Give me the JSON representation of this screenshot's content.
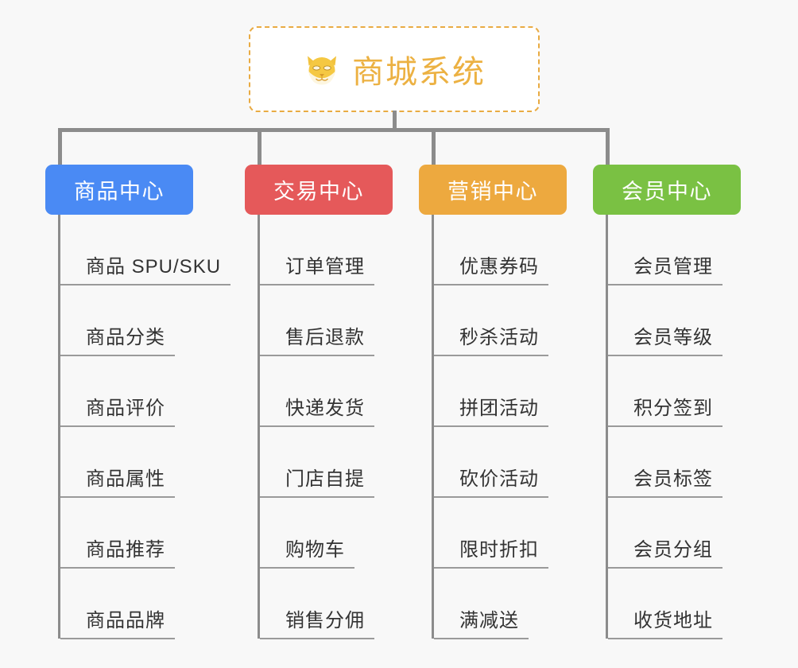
{
  "page": {
    "background_color": "#f8f8f8",
    "line_color": "#8c8c8c",
    "leaf_text_color": "#333333"
  },
  "root": {
    "title": "商城系统",
    "icon": "shiba-dog-face-emoji",
    "text_color": "#ecb142",
    "border_color": "#e9ab43",
    "background_color": "#ffffff"
  },
  "columns": [
    {
      "label": "商品中心",
      "color": "#4a8af4",
      "items": [
        "商品 SPU/SKU",
        "商品分类",
        "商品评价",
        "商品属性",
        "商品推荐",
        "商品品牌"
      ]
    },
    {
      "label": "交易中心",
      "color": "#e5595a",
      "items": [
        "订单管理",
        "售后退款",
        "快递发货",
        "门店自提",
        "购物车",
        "销售分佣"
      ]
    },
    {
      "label": "营销中心",
      "color": "#eda93f",
      "items": [
        "优惠券码",
        "秒杀活动",
        "拼团活动",
        "砍价活动",
        "限时折扣",
        "满减送"
      ]
    },
    {
      "label": "会员中心",
      "color": "#7ac143",
      "items": [
        "会员管理",
        "会员等级",
        "积分签到",
        "会员标签",
        "会员分组",
        "收货地址"
      ]
    }
  ]
}
